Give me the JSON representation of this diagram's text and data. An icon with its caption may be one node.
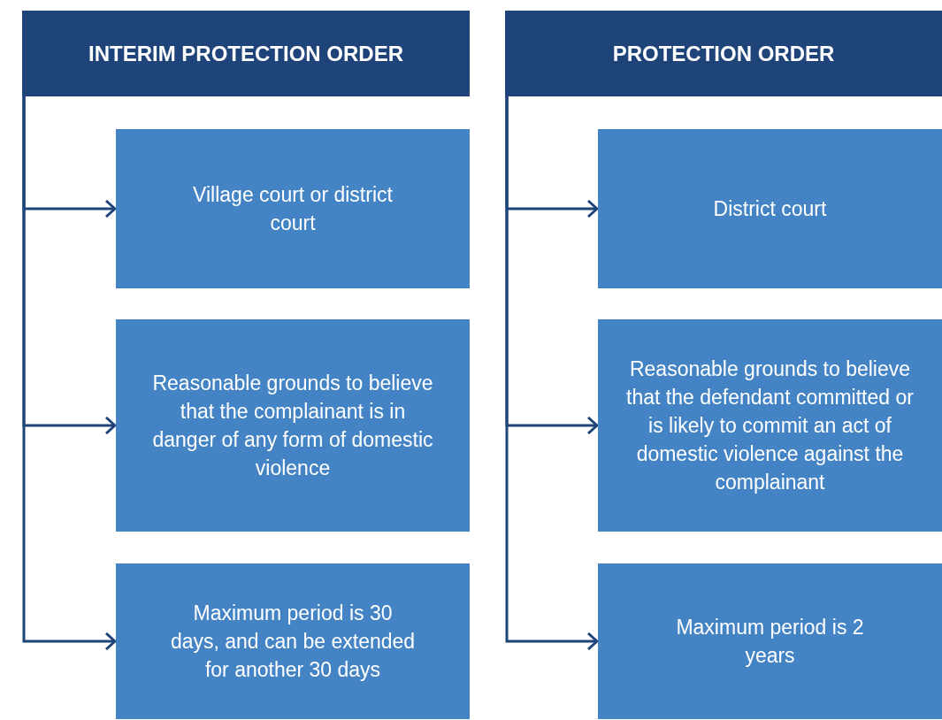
{
  "diagram": {
    "nodes": [
      {
        "text": [
          "INTERIM PROTECTION ORDER"
        ]
      },
      {
        "text": [
          "Village court or district court"
        ]
      },
      {
        "text": [
          "Reasonable grounds to believe that the complainant is in danger of any form of domestic violence"
        ]
      },
      {
        "text": [
          "Maximum period is 30 days, and can be extended for another 30 days"
        ]
      },
      {
        "text": [
          "PROTECTION ORDER"
        ]
      },
      {
        "text": [
          "District court"
        ]
      },
      {
        "text": [
          "Reasonable grounds to believe that the defendant committed or is likely to commit an act of domestic violence against the complainant"
        ]
      },
      {
        "text": [
          "Maximum period is 2 years"
        ]
      }
    ],
    "edges": [
      {
        "from": 0,
        "to": 1,
        "arrow": "to"
      },
      {
        "from": 0,
        "to": 2,
        "arrow": "to"
      },
      {
        "from": 0,
        "to": 3,
        "arrow": "to"
      },
      {
        "from": 4,
        "to": 5,
        "arrow": "to"
      },
      {
        "from": 4,
        "to": 6,
        "arrow": "to"
      },
      {
        "from": 4,
        "to": 7,
        "arrow": "to"
      }
    ]
  }
}
